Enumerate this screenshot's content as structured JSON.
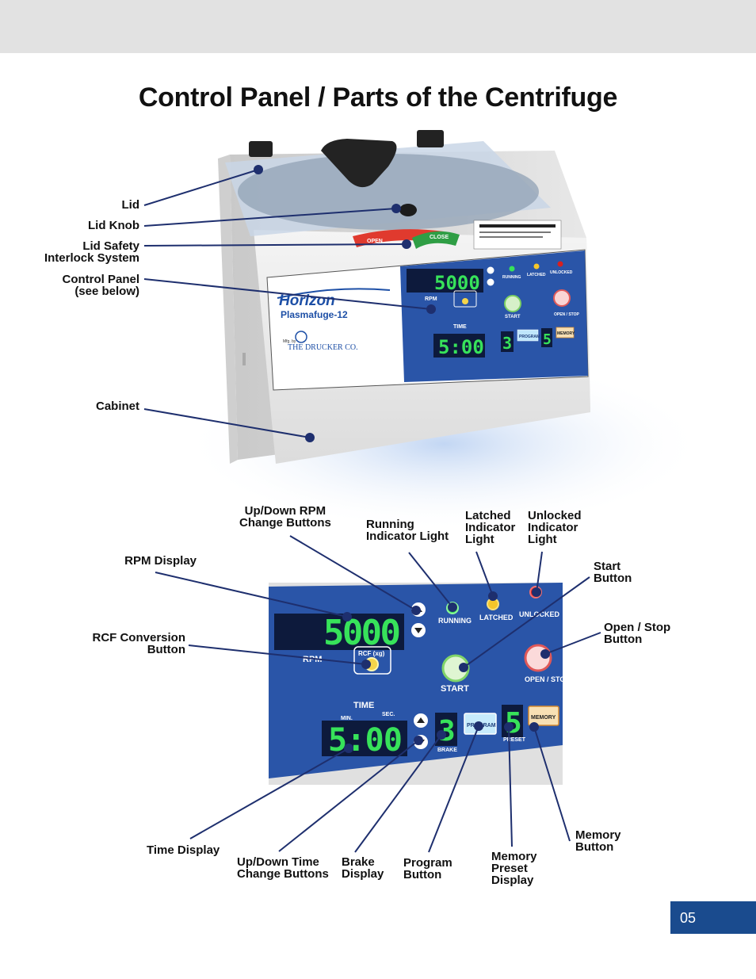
{
  "page": {
    "title": "Control Panel / Parts of the Centrifuge",
    "page_number": "05"
  },
  "device": {
    "brand": "Horizon",
    "model": "Plasmafuge-12",
    "maker_prefix": "Mfg. by",
    "maker": "THE DRUCKER CO.",
    "rpm_value": "5000",
    "time_value": "5:00",
    "brake_value": "3",
    "preset_value": "5",
    "panel_labels": {
      "rpm": "RPM",
      "rcf": "RCF (xg)",
      "start": "START",
      "open_stop": "OPEN / STOP",
      "time": "TIME",
      "min": "MIN.",
      "sec": "SEC.",
      "brake": "BRAKE",
      "preset": "PRESET",
      "program": "PROGRAM",
      "memory": "MEMORY",
      "running": "RUNNING",
      "latched": "LATCHED",
      "unlocked": "UNLOCKED",
      "lid_close": "CLOSE",
      "lid_open": "OPEN"
    }
  },
  "callouts": {
    "lid": "Lid",
    "lid_knob": "Lid Knob",
    "lid_safety": "Lid Safety\nInterlock System",
    "control_panel": "Control Panel\n(see below)",
    "cabinet": "Cabinet",
    "updown_rpm": "Up/Down RPM\nChange Buttons",
    "running_light": "Running\nIndicator Light",
    "latched_light": "Latched\nIndicator\nLight",
    "unlocked_light": "Unlocked\nIndicator\nLight",
    "rpm_display": "RPM Display",
    "start_button": "Start\nButton",
    "rcf_button": "RCF Conversion\nButton",
    "open_stop_button": "Open / Stop\nButton",
    "time_display": "Time Display",
    "updown_time": "Up/Down Time\nChange Buttons",
    "brake_display": "Brake\nDisplay",
    "program_button": "Program\nButton",
    "memory_preset": "Memory\nPreset\nDisplay",
    "memory_button": "Memory\nButton"
  },
  "colors": {
    "panel_blue": "#2a55a8",
    "page_tab": "#1a4b8e",
    "led_green": "#37e25a",
    "callout_line": "#1e2f6e"
  }
}
